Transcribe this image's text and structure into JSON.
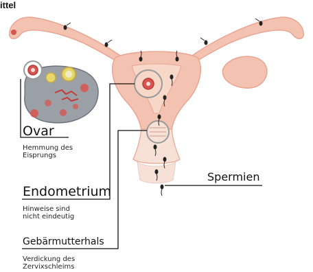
{
  "header": {
    "title": "ittel"
  },
  "labels": {
    "ovar": {
      "name": "Ovar",
      "effect": "Hemmung des\nEisprungs"
    },
    "endometrium": {
      "name": "Endometrium",
      "effect": "Hinweise sind\nnicht eindeutig"
    },
    "cervix": {
      "name": "Gebärmutterhals",
      "effect": "Verdickung des\nZervixschleims"
    },
    "sperm": {
      "name": "Spermien"
    }
  },
  "colors": {
    "tissue": "#f3c2b0",
    "tissue_dark": "#e8a591",
    "lining": "#f7d7c8",
    "ovary": "#9aa0a6",
    "follicle_yellow": "#e6d96a",
    "follicle_red": "#d9534f",
    "line": "#111111"
  }
}
